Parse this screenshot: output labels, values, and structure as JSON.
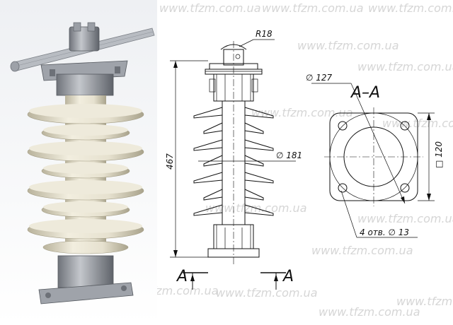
{
  "watermark": {
    "text": "www.tfzm.com.ua"
  },
  "drawing": {
    "radius_label": "R18",
    "height_label": "467",
    "diameter_label": "∅ 181",
    "section_mark": "A",
    "section_title": "A–A",
    "bolt_circle_label": "∅ 127",
    "flange_size_label": "□ 120",
    "holes_label": "4 отв. ∅ 13"
  },
  "colors": {
    "porcelain": "#e6e1cf",
    "porcelain_shadow": "#b9b39c",
    "metal": "#8c9097",
    "metal_light": "#c4c7cc",
    "cable": "#b8bcc2"
  }
}
